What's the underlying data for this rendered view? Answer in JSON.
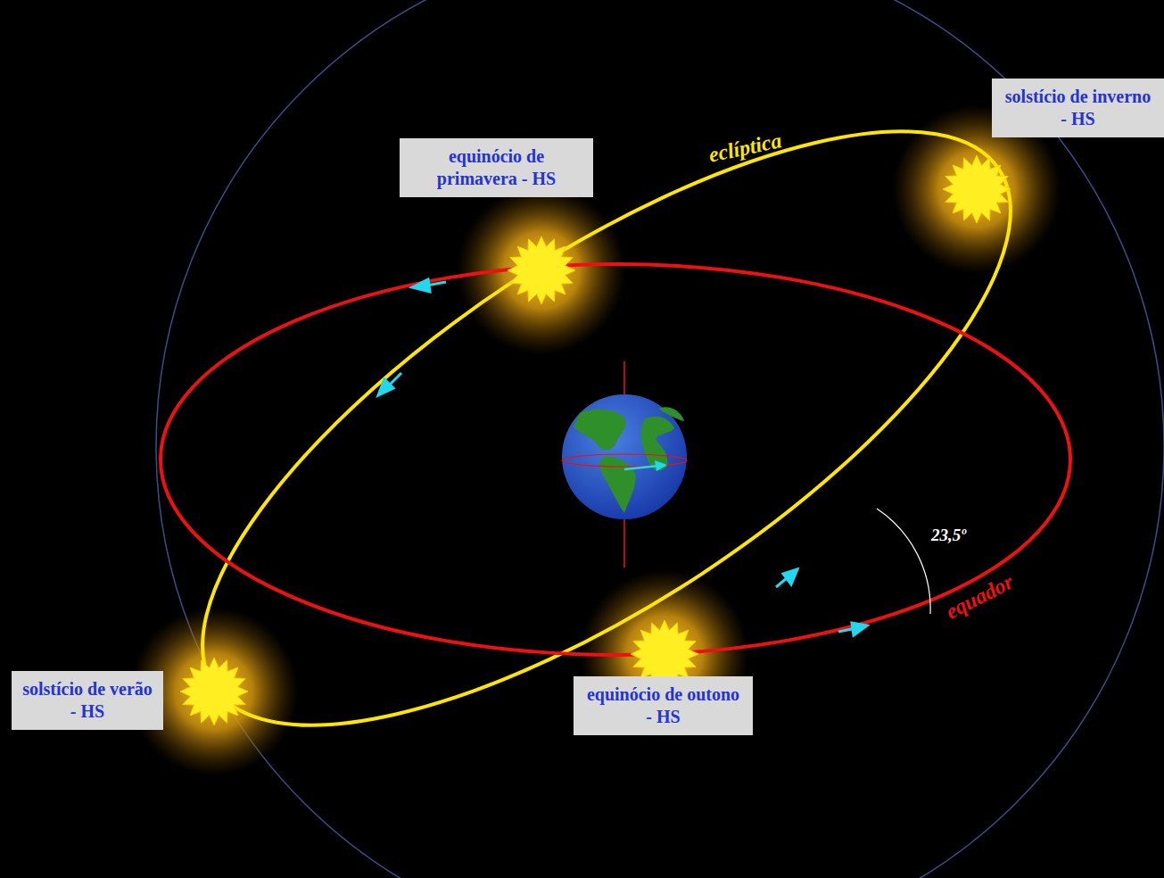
{
  "diagram": {
    "nodes": [
      {
        "text": [
          "solstício de inverno - HS"
        ]
      },
      {
        "text": [
          "equinócio de primavera - HS"
        ]
      },
      {
        "text": [
          "solstício de verão - HS"
        ]
      },
      {
        "text": [
          "equinócio de outono - HS"
        ]
      }
    ],
    "labels": [
      "eclíptica",
      "equador",
      "23,5º"
    ]
  }
}
